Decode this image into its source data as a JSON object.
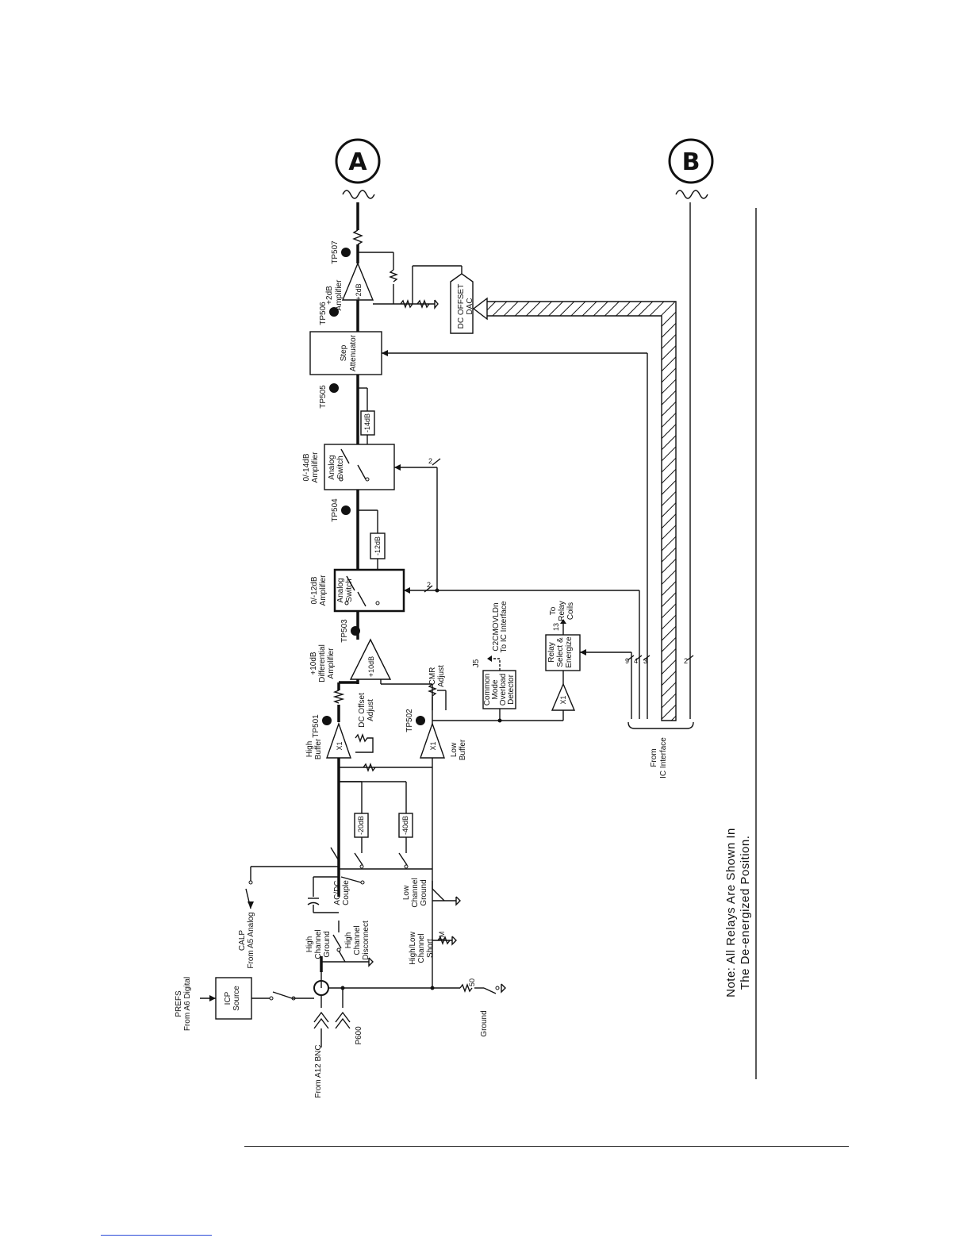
{
  "connectors": {
    "a": "A",
    "b": "B"
  },
  "note": {
    "line1": "Note: All Relays Are Shown In",
    "line2": "The De-energized Position."
  },
  "inputs": {
    "prefs_1": "PREFS",
    "prefs_2": "From A6 Digital",
    "icp_1": "ICP",
    "icp_2": "Source",
    "bnc": "From A12 BNC",
    "p600": "P600",
    "ground": "Ground",
    "r50": "50",
    "calp_1": "CALP",
    "calp_2": "From A5 Analog"
  },
  "relays": {
    "hcg_1": "High",
    "hcg_2": "Channel",
    "hcg_3": "Ground",
    "hcd_1": "High",
    "hcd_2": "Channel",
    "hcd_3": "Disconnect",
    "acdc_1": "AC/DC",
    "acdc_2": "Couple",
    "hls_1": "High/Low",
    "hls_2": "Channel",
    "hls_3": "Short",
    "r1m": "1M",
    "lcg_1": "Low",
    "lcg_2": "Channel",
    "lcg_3": "Ground",
    "att20": "-20dB",
    "att40": "-40dB"
  },
  "buffers": {
    "high_1": "High",
    "high_2": "Buffer",
    "low_1": "Low",
    "low_2": "Buffer",
    "x1": "X1",
    "dc_adj_1": "DC Offset",
    "dc_adj_2": "Adjust",
    "cmr_adj_1": "CMR",
    "cmr_adj_2": "Adjust"
  },
  "test_points": {
    "tp501": "TP501",
    "tp502": "TP502",
    "tp503": "TP503",
    "tp504": "TP504",
    "tp505": "TP505",
    "tp506": "TP506",
    "tp507": "TP507"
  },
  "stages": {
    "diff_1": "+10dB",
    "diff_2": "Differential",
    "diff_3": "Amplifier",
    "diff_gain": "+10dB",
    "cm_1": "Common",
    "cm_2": "Mode",
    "cm_3": "Overload",
    "cm_4": "Detector",
    "cmovld_1": "C2CMOVLDn",
    "cmovld_2": "To IC Interface",
    "j5": "J5",
    "relay_1": "Relay",
    "relay_2": "Select &",
    "relay_3": "Energize",
    "coils_1": "To",
    "coils_2": "Relay",
    "coils_3": "Coils",
    "n13": "13",
    "a12_1": "0/-12dB",
    "a12_2": "Amplifier",
    "sw_1": "Analog",
    "sw_2": "Switch",
    "g12": "-12dB",
    "a14_1": "0/-14dB",
    "a14_2": "Amplifier",
    "g14": "-14dB",
    "step_1": "Step",
    "step_2": "Attenuator",
    "amp2_1": "+2dB",
    "amp2_2": "Amplifier",
    "amp2_gain": "+2dB",
    "dac_1": "DC OFFSET",
    "dac_2": "DAC"
  },
  "bus": {
    "from_1": "From",
    "from_2": "IC Interface",
    "n9": "9",
    "n4": "4",
    "n3": "3",
    "n2a": "2",
    "n2b": "2",
    "n2c": "2"
  }
}
